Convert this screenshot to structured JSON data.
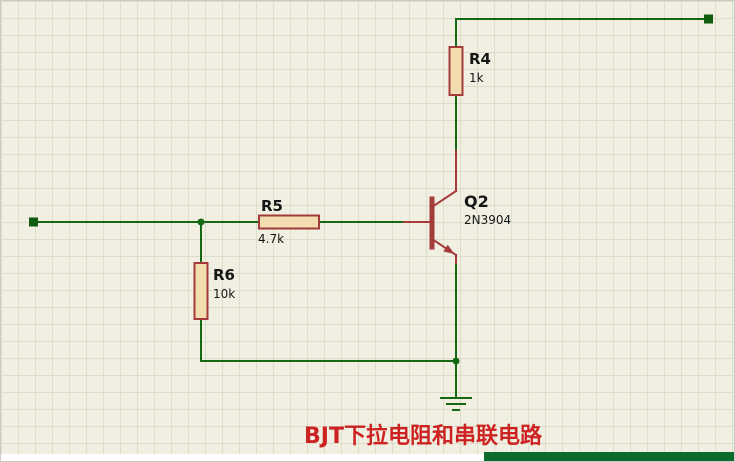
{
  "title": {
    "text": "BJT下拉电阻和串联电路"
  },
  "components": {
    "r4": {
      "ref": "R4",
      "value": "1k"
    },
    "r5": {
      "ref": "R5",
      "value": "4.7k"
    },
    "r6": {
      "ref": "R6",
      "value": "10k"
    },
    "q2": {
      "ref": "Q2",
      "value": "2N3904"
    }
  },
  "icons": {
    "ground": "ground-symbol",
    "terminal": "square-pad",
    "junction": "dot",
    "emitter_arrow": "filled-triangle"
  },
  "colors": {
    "background": "#f0efe2",
    "grid": "#dcdecb",
    "wire": "#156915",
    "pad": "#0f5c0f",
    "component": "#a43a3a",
    "resistor_fill": "#f1ddb0",
    "label": "#161616",
    "title": "#cc2222",
    "taskbar": "#0b6b2b"
  }
}
